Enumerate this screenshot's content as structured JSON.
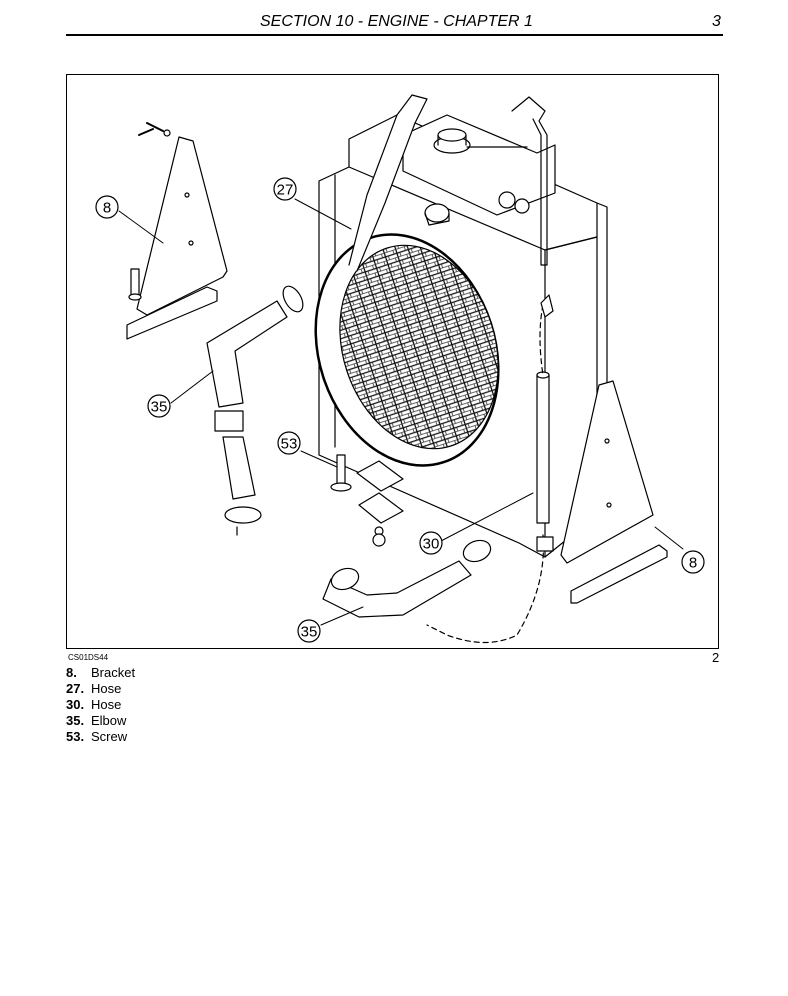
{
  "header": {
    "title": "SECTION 10 - ENGINE - CHAPTER 1",
    "page": "3"
  },
  "figure": {
    "code": "CS01DS44",
    "number": "2",
    "callouts": [
      "8",
      "27",
      "35",
      "53",
      "30",
      "8",
      "35"
    ]
  },
  "legend": {
    "items": [
      {
        "num": "8.",
        "label": "Bracket"
      },
      {
        "num": "27.",
        "label": "Hose"
      },
      {
        "num": "30.",
        "label": "Hose"
      },
      {
        "num": "35.",
        "label": "Elbow"
      },
      {
        "num": "53.",
        "label": "Screw"
      }
    ]
  }
}
